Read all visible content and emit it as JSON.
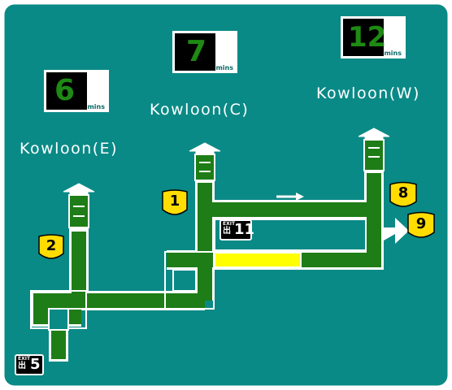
{
  "sign": {
    "colors": {
      "background": "#0a8a86",
      "road": "#1e7d16",
      "outline": "#ffffff",
      "highlight": "#ffff00",
      "shield": "#ffdd00",
      "time_digits": "#1e8a14"
    },
    "destinations": {
      "east": "Kowloon(E)",
      "central": "Kowloon(C)",
      "west": "Kowloon(W)"
    },
    "journey_times": {
      "east": {
        "value": "6",
        "unit": "mins"
      },
      "central": {
        "value": "7",
        "unit": "mins"
      },
      "west": {
        "value": "12",
        "unit": "mins"
      }
    },
    "route_shields": {
      "r1": "1",
      "r2": "2",
      "r8": "8",
      "r9": "9"
    },
    "exits": {
      "exit_11": {
        "label": "EXIT",
        "kanji": "出",
        "number": "11"
      },
      "exit_5": {
        "label": "EXIT",
        "kanji": "出",
        "number": "5"
      }
    },
    "icons": [
      "direction-arrow-icon",
      "destination-arrow-icon"
    ]
  }
}
